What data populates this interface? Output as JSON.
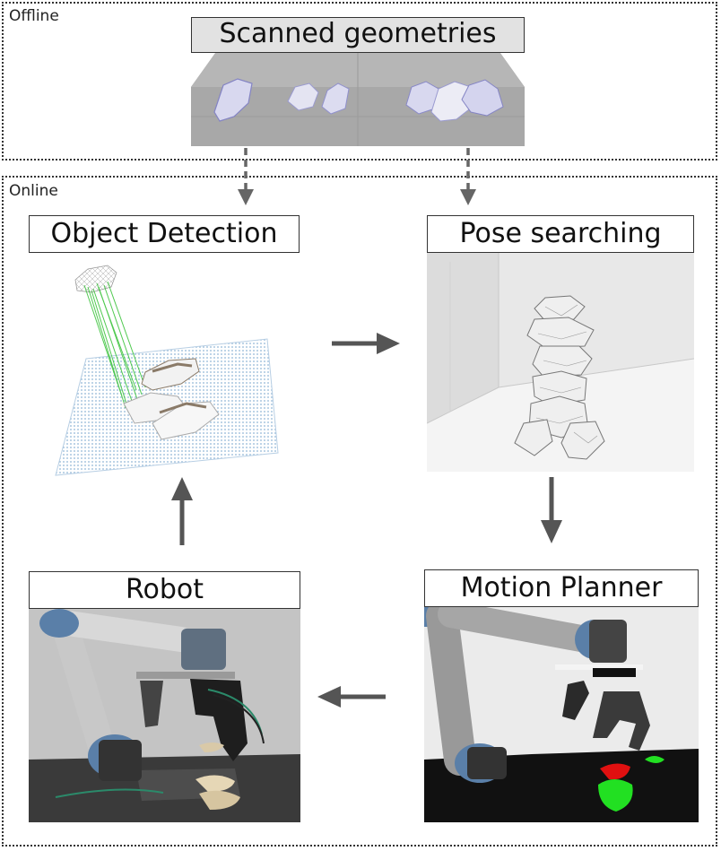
{
  "regions": {
    "offline_label": "Offline",
    "online_label": "Online"
  },
  "stages": {
    "scanned": "Scanned geometries",
    "detection": "Object Detection",
    "pose": "Pose searching",
    "robot": "Robot",
    "planner": "Motion Planner"
  },
  "colors": {
    "arrow": "#555555",
    "dashed_arrow": "#666666",
    "region_border": "#333333",
    "title_box_gray": "#e2e2e2",
    "detection_lines": "#3ec43e",
    "planner_red": "#e01010",
    "planner_green": "#22e022"
  },
  "icons": {
    "flow_arrow": "arrow-icon",
    "dashed_arrow": "dashed-arrow-icon"
  }
}
